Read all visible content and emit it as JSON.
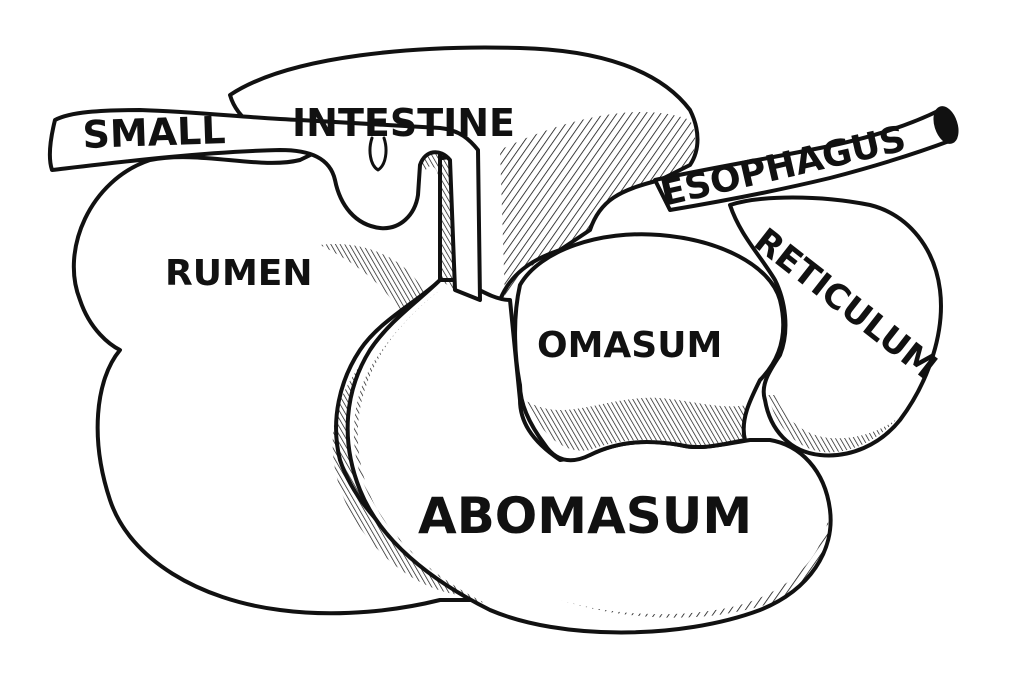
{
  "labels": {
    "small": "SMALL",
    "intestine": "INTESTINE",
    "esophagus": "ESOPHAGUS",
    "reticulum": "RETICULUM",
    "rumen": "RUMEN",
    "omasum": "OMASUM",
    "abomasum": "ABOMASUM"
  },
  "colors": {
    "ink": "#111111",
    "paper": "#ffffff"
  }
}
